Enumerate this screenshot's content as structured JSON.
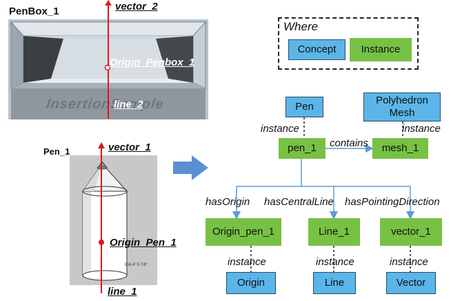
{
  "left": {
    "penbox": {
      "title": "PenBox_1",
      "vector_label": "vector_2",
      "origin_label": "Origin_Penbox_1",
      "line_label": "line_2",
      "engraved_text": "InsertionSample"
    },
    "pen": {
      "title": "Pen_1",
      "vector_label": "vector_1",
      "origin_label": "Origin_Pen_1",
      "line_label": "line_1",
      "dimension_text": "DIA 4' 5 7/8\""
    }
  },
  "arrow": {
    "icon": "right-arrow-icon",
    "color": "#5b8fd1"
  },
  "legend": {
    "title": "Where",
    "concept_label": "Concept",
    "instance_label": "Instance"
  },
  "graph": {
    "concepts": {
      "pen": "Pen",
      "polyhedron_mesh": "Polyhedron Mesh",
      "origin": "Origin",
      "line": "Line",
      "vector": "Vector"
    },
    "instances": {
      "pen_1": "pen_1",
      "mesh_1": "mesh_1",
      "origin_pen_1": "Origin_pen_1",
      "line_1": "Line_1",
      "vector_1": "vector_1"
    },
    "edges": {
      "instance": "instance",
      "contains": "contains",
      "has_origin": "hasOrigin",
      "has_central_line": "hasCentralLine",
      "has_pointing_direction": "hasPointingDirection"
    }
  },
  "colors": {
    "concept": "#5bb5e8",
    "instance": "#77c144",
    "relation": "#5b9bd5",
    "axis": "#e0161b"
  }
}
